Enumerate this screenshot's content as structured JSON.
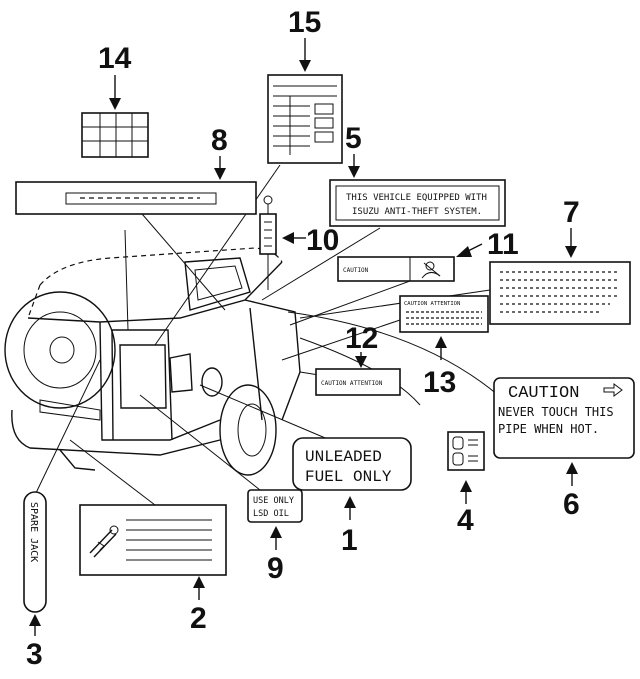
{
  "callouts": {
    "n1": "1",
    "n2": "2",
    "n3": "3",
    "n4": "4",
    "n5": "5",
    "n6": "6",
    "n7": "7",
    "n8": "8",
    "n9": "9",
    "n10": "10",
    "n11": "11",
    "n12": "12",
    "n13": "13",
    "n14": "14",
    "n15": "15"
  },
  "labels": {
    "unleaded_line1": "UNLEADED",
    "unleaded_line2": "FUEL ONLY",
    "caution_title": "CAUTION",
    "caution_line1": "NEVER TOUCH THIS",
    "caution_line2": "PIPE WHEN HOT.",
    "antitheft_line1": "THIS VEHICLE EQUIPPED WITH",
    "antitheft_line2": "ISUZU ANTI-THEFT SYSTEM.",
    "lsd_line1": "USE ONLY",
    "lsd_line2": "LSD OIL",
    "jack_label": "SPARE JACK",
    "caution_attention_12": "CAUTION ATTENTION",
    "caution_attention_13": "CAUTION ATTENTION",
    "caution_11": "CAUTION"
  },
  "icons": {
    "arrow_right": "arrow-right-icon",
    "jack_pictogram": "jack-tool-icon",
    "seatbelt_pictogram": "seatbelt-icon",
    "tire_pressure_pictogram": "tire-icon"
  }
}
